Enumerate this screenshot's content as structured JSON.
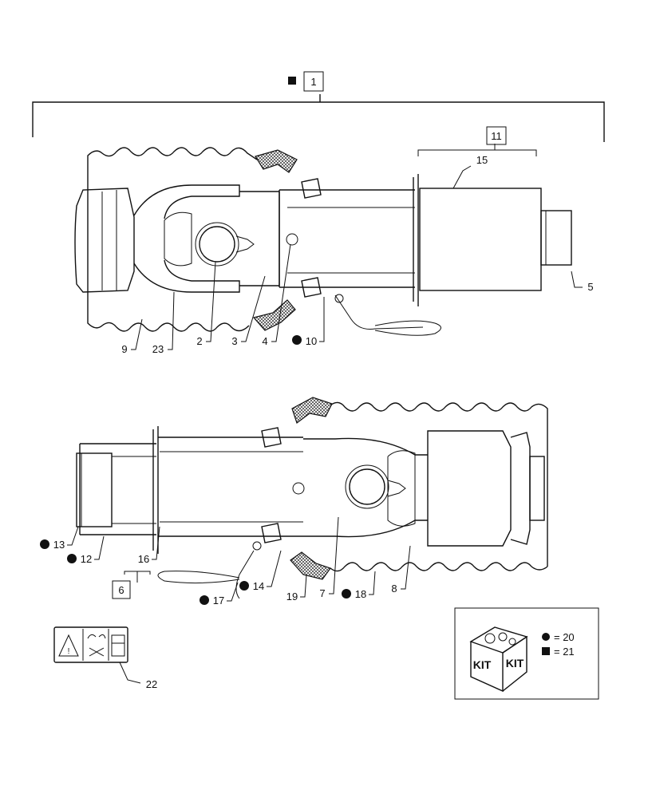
{
  "callouts": {
    "c1": "1",
    "c2": "2",
    "c3": "3",
    "c4": "4",
    "c5": "5",
    "c6": "6",
    "c7": "7",
    "c8": "8",
    "c9": "9",
    "c10": "10",
    "c11": "11",
    "c12": "12",
    "c13": "13",
    "c14": "14",
    "c15": "15",
    "c16": "16",
    "c17": "17",
    "c18": "18",
    "c19": "19",
    "c22": "22",
    "c23": "23"
  },
  "legend": {
    "circle_equals": "= 20",
    "square_equals": "= 21",
    "kit_text_left": "KIT",
    "kit_text_right": "KIT"
  },
  "symbols": {
    "circle": "filled-circle-marker",
    "square": "filled-square-marker",
    "decal_icons": [
      "warning-triangle-icon",
      "rotating-shaft-icon",
      "shield-guard-icon"
    ]
  }
}
